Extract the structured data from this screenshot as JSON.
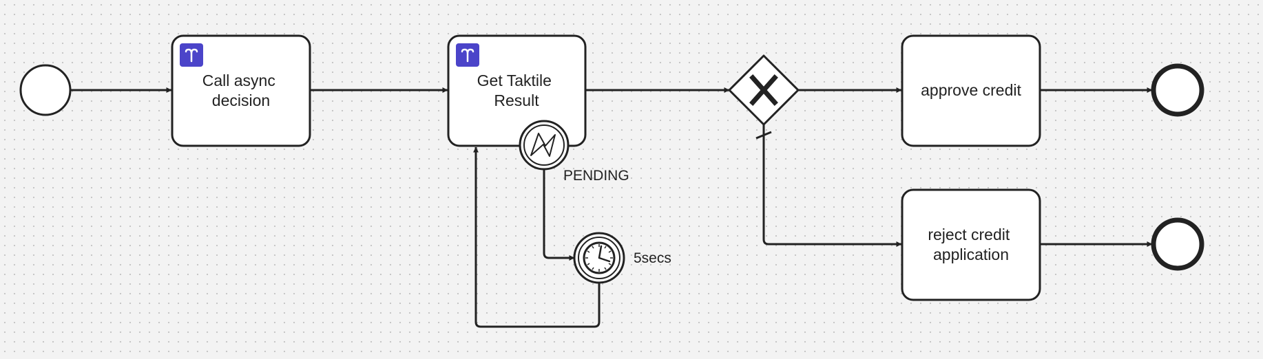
{
  "tasks": {
    "call_async": {
      "line1": "Call async",
      "line2": "decision",
      "icon": "taktile-logo-icon"
    },
    "get_result": {
      "line1": "Get Taktile",
      "line2": "Result",
      "icon": "taktile-logo-icon"
    },
    "approve": {
      "label": "approve credit"
    },
    "reject": {
      "line1": "reject credit",
      "line2": "application"
    }
  },
  "events": {
    "error_boundary": {
      "label": "PENDING",
      "icon": "lightning-icon"
    },
    "timer": {
      "label": "5secs",
      "icon": "clock-icon"
    }
  },
  "gateway": {
    "icon": "x-icon",
    "type": "exclusive"
  },
  "colors": {
    "stroke": "#222222",
    "task_fill": "#ffffff",
    "icon_badge": "#4b44c9",
    "background": "#f3f3f3"
  }
}
